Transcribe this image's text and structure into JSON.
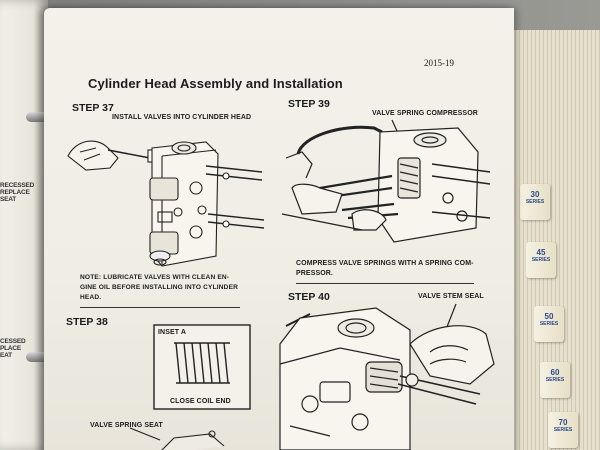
{
  "page": {
    "number": "2015-19",
    "title": "Cylinder Head Assembly and Installation"
  },
  "left_page": {
    "fragment_top": "RECESSED\nREPLACE\nSEAT",
    "fragment_bottom": "CESSED\nPLACE\nEAT"
  },
  "steps": {
    "step37": {
      "label": "STEP 37",
      "caption": "INSTALL VALVES INTO CYLINDER HEAD",
      "note_lines": [
        "NOTE: LUBRICATE VALVES WITH CLEAN EN-",
        "GINE OIL BEFORE INSTALLING INTO CYLINDER",
        "HEAD."
      ]
    },
    "step38": {
      "label": "STEP 38",
      "inset_title": "INSET A",
      "inset_caption": "CLOSE COIL END",
      "callout": "VALVE SPRING SEAT"
    },
    "step39": {
      "label": "STEP 39",
      "callout": "VALVE SPRING COMPRESSOR",
      "caption_lines": [
        "COMPRESS VALVE SPRINGS WITH A SPRING COM-",
        "PRESSOR."
      ]
    },
    "step40": {
      "label": "STEP 40",
      "callout": "VALVE STEM SEAL"
    }
  },
  "tabs": [
    {
      "number": "30",
      "text": "SERIES"
    },
    {
      "number": "45",
      "text": "SERIES"
    },
    {
      "number": "50",
      "text": "SERIES"
    },
    {
      "number": "60",
      "text": "SERIES"
    },
    {
      "number": "70",
      "text": "SERIES"
    }
  ],
  "colors": {
    "paper": "#efede4",
    "ink": "#1c1c1c",
    "tab_ink": "#2a4a8a"
  }
}
